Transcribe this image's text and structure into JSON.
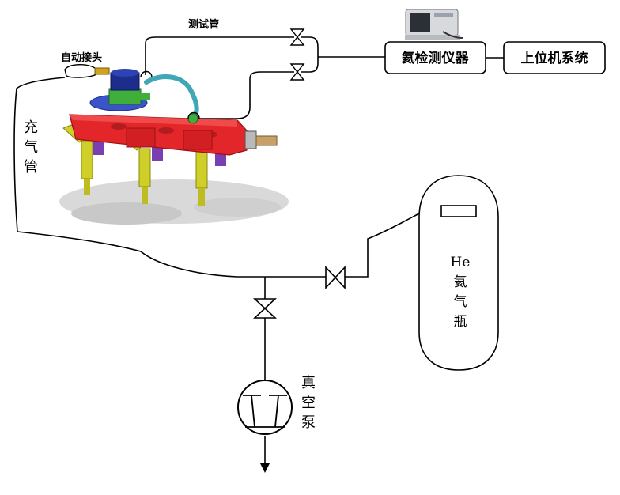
{
  "labels": {
    "test_tube": "测试管",
    "auto_connector": "自动接头",
    "fill_tube": [
      "充",
      "气",
      "管"
    ],
    "helium_detector": "氦检测仪器",
    "host_system": "上位机系统",
    "he_cylinder": [
      "He",
      "氦",
      "气",
      "瓶"
    ],
    "vacuum_pump": [
      "真",
      "空",
      "泵"
    ]
  },
  "colors": {
    "line": "#000000",
    "rail": "#e3262a",
    "injector": "#cfcf2a",
    "purple": "#7a3fb0",
    "blue_cap": "#1c2d8c",
    "green": "#3fae3a",
    "teal_hose": "#3fa7b5"
  }
}
